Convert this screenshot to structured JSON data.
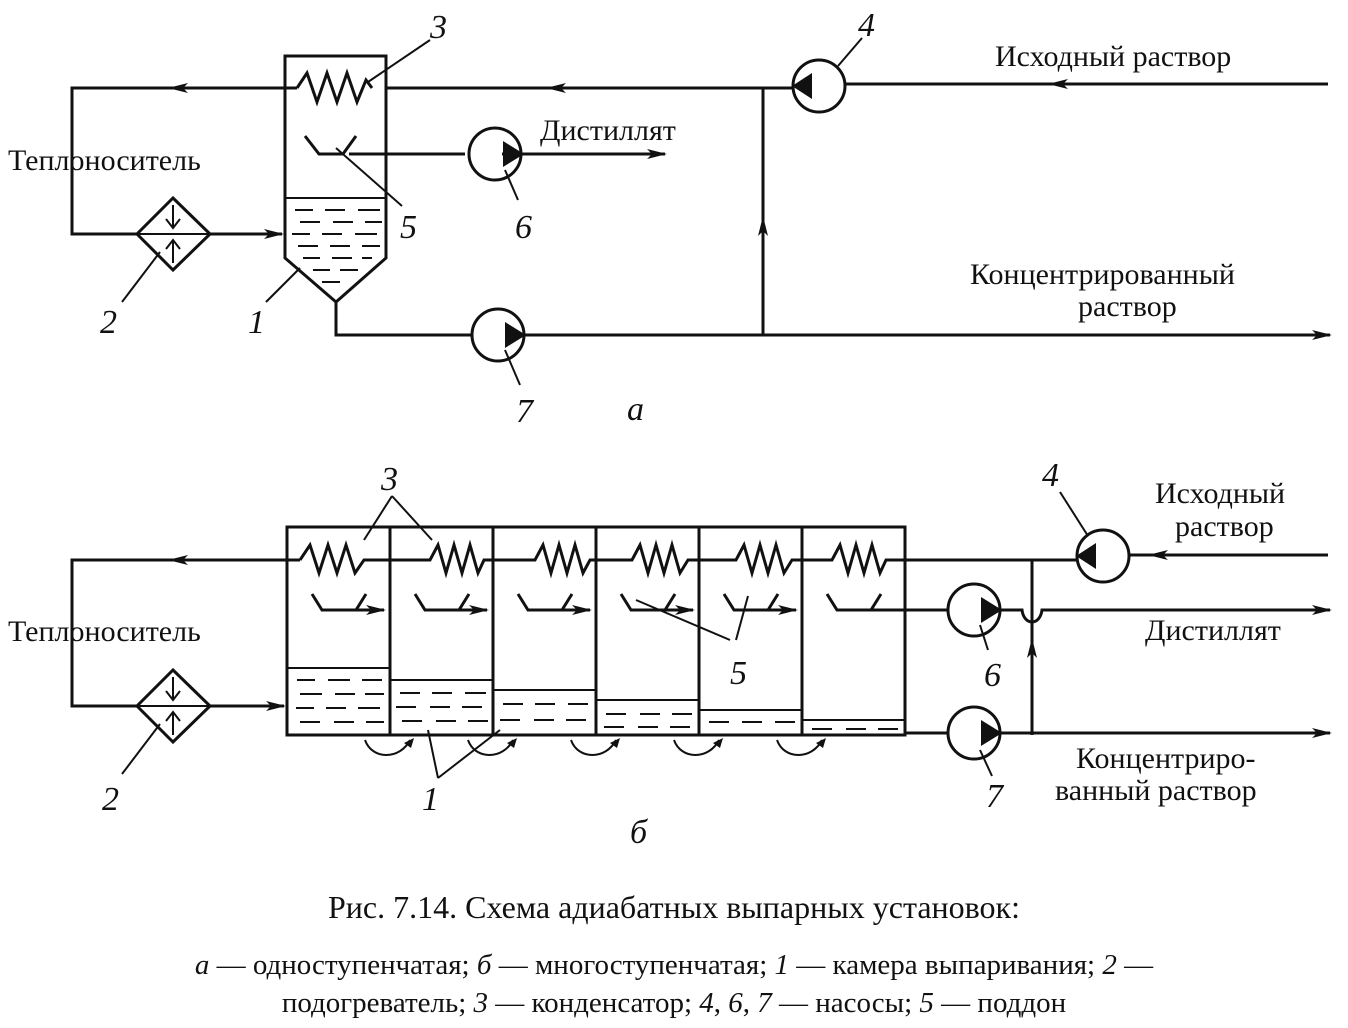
{
  "diagram_a": {
    "label_coolant": "Теплоноситель",
    "label_feed": "Исходный раствор",
    "label_distillate": "Дистиллят",
    "label_concentrate_1": "Концентрированный",
    "label_concentrate_2": "раствор",
    "num_1": "1",
    "num_2": "2",
    "num_3": "3",
    "num_4": "4",
    "num_5": "5",
    "num_6": "6",
    "num_7": "7",
    "sub_label": "а"
  },
  "diagram_b": {
    "label_coolant": "Теплоноситель",
    "label_feed_1": "Исходный",
    "label_feed_2": "раствор",
    "label_distillate": "Дистиллят",
    "label_concentrate_1": "Концентриро-",
    "label_concentrate_2": "ванный раствор",
    "num_1": "1",
    "num_2": "2",
    "num_3": "3",
    "num_4": "4",
    "num_5": "5",
    "num_6": "6",
    "num_7": "7",
    "sub_label": "б"
  },
  "caption": {
    "title": "Рис. 7.14. Схема адиабатных выпарных установок:",
    "legend_line1_a": "а",
    "legend_line1_a_text": " — одноступенчатая; ",
    "legend_line1_b": "б",
    "legend_line1_b_text": " — многоступенчатая; ",
    "legend_line1_1": "1",
    "legend_line1_1_text": " — камера выпаривания; ",
    "legend_line1_2": "2",
    "legend_line1_2_text": " —",
    "legend_line2_text1": "подогреватель; ",
    "legend_line2_3": "3",
    "legend_line2_text2": " — конденсатор; ",
    "legend_line2_4": "4",
    "legend_line2_sep1": ", ",
    "legend_line2_6": "6",
    "legend_line2_sep2": ", ",
    "legend_line2_7": "7",
    "legend_line2_text3": " — насосы; ",
    "legend_line2_5": "5",
    "legend_line2_text4": " — поддон"
  }
}
